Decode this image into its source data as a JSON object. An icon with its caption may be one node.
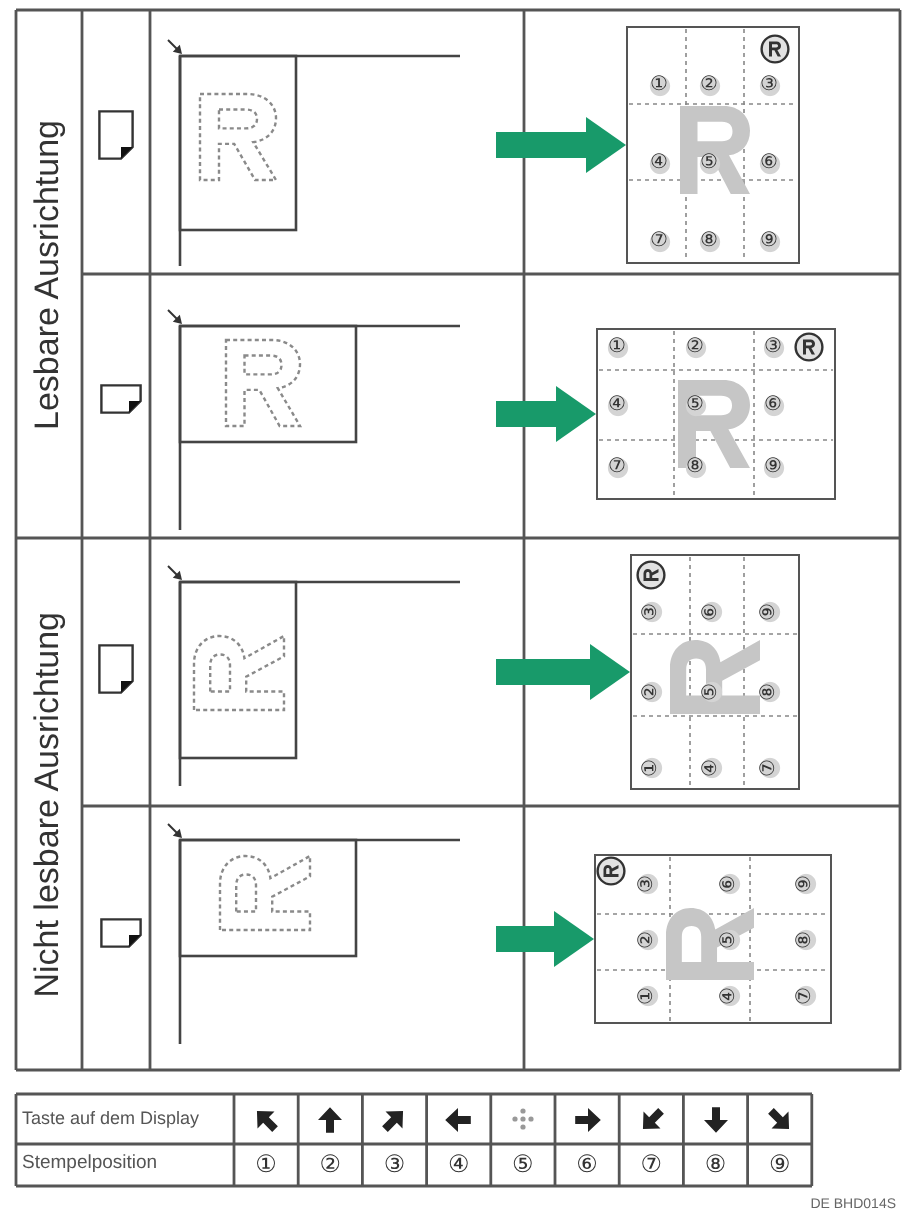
{
  "diagram": {
    "nodes": [
      {
        "text": [],
        "shape": "picture"
      },
      {
        "text": [
          "①",
          "②",
          "③",
          "④",
          "⑤",
          "⑥",
          "⑦",
          "⑧",
          "⑨"
        ]
      },
      {
        "text": [],
        "shape": "picture"
      },
      {
        "text": [
          "①",
          "②",
          "③",
          "④",
          "⑤",
          "⑥",
          "⑦",
          "⑧",
          "⑨"
        ]
      },
      {
        "text": [],
        "shape": "picture"
      },
      {
        "text": [
          "③",
          "⑥",
          "⑨",
          "②",
          "⑤",
          "⑧",
          "①",
          "④",
          "⑦"
        ]
      },
      {
        "text": [],
        "shape": "picture"
      },
      {
        "text": [
          "③",
          "⑥",
          "⑨",
          "②",
          "⑤",
          "⑧",
          "①",
          "④",
          "⑦"
        ]
      }
    ],
    "edges": [
      {
        "from": 0,
        "to": 1,
        "arrow": "to"
      },
      {
        "from": 2,
        "to": 3,
        "arrow": "to"
      },
      {
        "from": 4,
        "to": 5,
        "arrow": "to"
      },
      {
        "from": 6,
        "to": 7,
        "arrow": "to"
      }
    ],
    "labels": [
      "Lesbare Ausrichtung",
      "Nicht lesbare Ausrichtung",
      "Taste auf dem Display",
      "Stempelposition",
      "①",
      "②",
      "③",
      "④",
      "⑤",
      "⑥",
      "⑦",
      "⑧",
      "⑨",
      "DE BHD014S"
    ]
  }
}
